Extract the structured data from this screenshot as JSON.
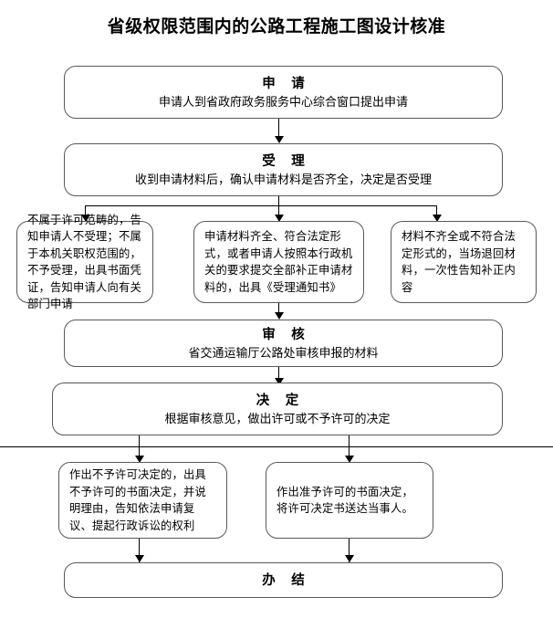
{
  "title": "省级权限范围内的公路工程施工图设计核准",
  "nodes": {
    "apply": {
      "head": "申 请",
      "body": "申请人到省政府政务服务中心综合窗口提出申请"
    },
    "accept": {
      "head": "受 理",
      "body": "收到申请材料后，确认申请材料是否齐全，决定是否受理"
    },
    "accept_branch_left": {
      "body": "不属于许可范畴的，告知申请人不受理；不属于本机关职权范围的，不予受理，出具书面凭证，告知申请人向有关部门申请"
    },
    "accept_branch_middle": {
      "body": "申请材料齐全、符合法定形式，或者申请人按照本行政机关的要求提交全部补正申请材料的，出具《受理通知书》"
    },
    "accept_branch_right": {
      "body": "材料不齐全或不符合法定形式的，当场退回材料，一次性告知补正内容"
    },
    "review": {
      "head": "审 核",
      "body": "省交通运输厅公路处审核申报的材料"
    },
    "decision": {
      "head": "决 定",
      "body": "根据审核意见，做出许可或不予许可的决定"
    },
    "decision_branch_left": {
      "body": "作出不予许可决定的，出具不予许可的书面决定，并说明理由，告知依法申请复议、提起行政诉讼的权利"
    },
    "decision_branch_right": {
      "body": "作出准予许可的书面决定，将许可决定书送达当事人。"
    },
    "finish": {
      "head": "办 结"
    }
  },
  "colors": {
    "box_border": "#595959",
    "connector": "#000000",
    "text": "#000000",
    "background": "#ffffff"
  }
}
